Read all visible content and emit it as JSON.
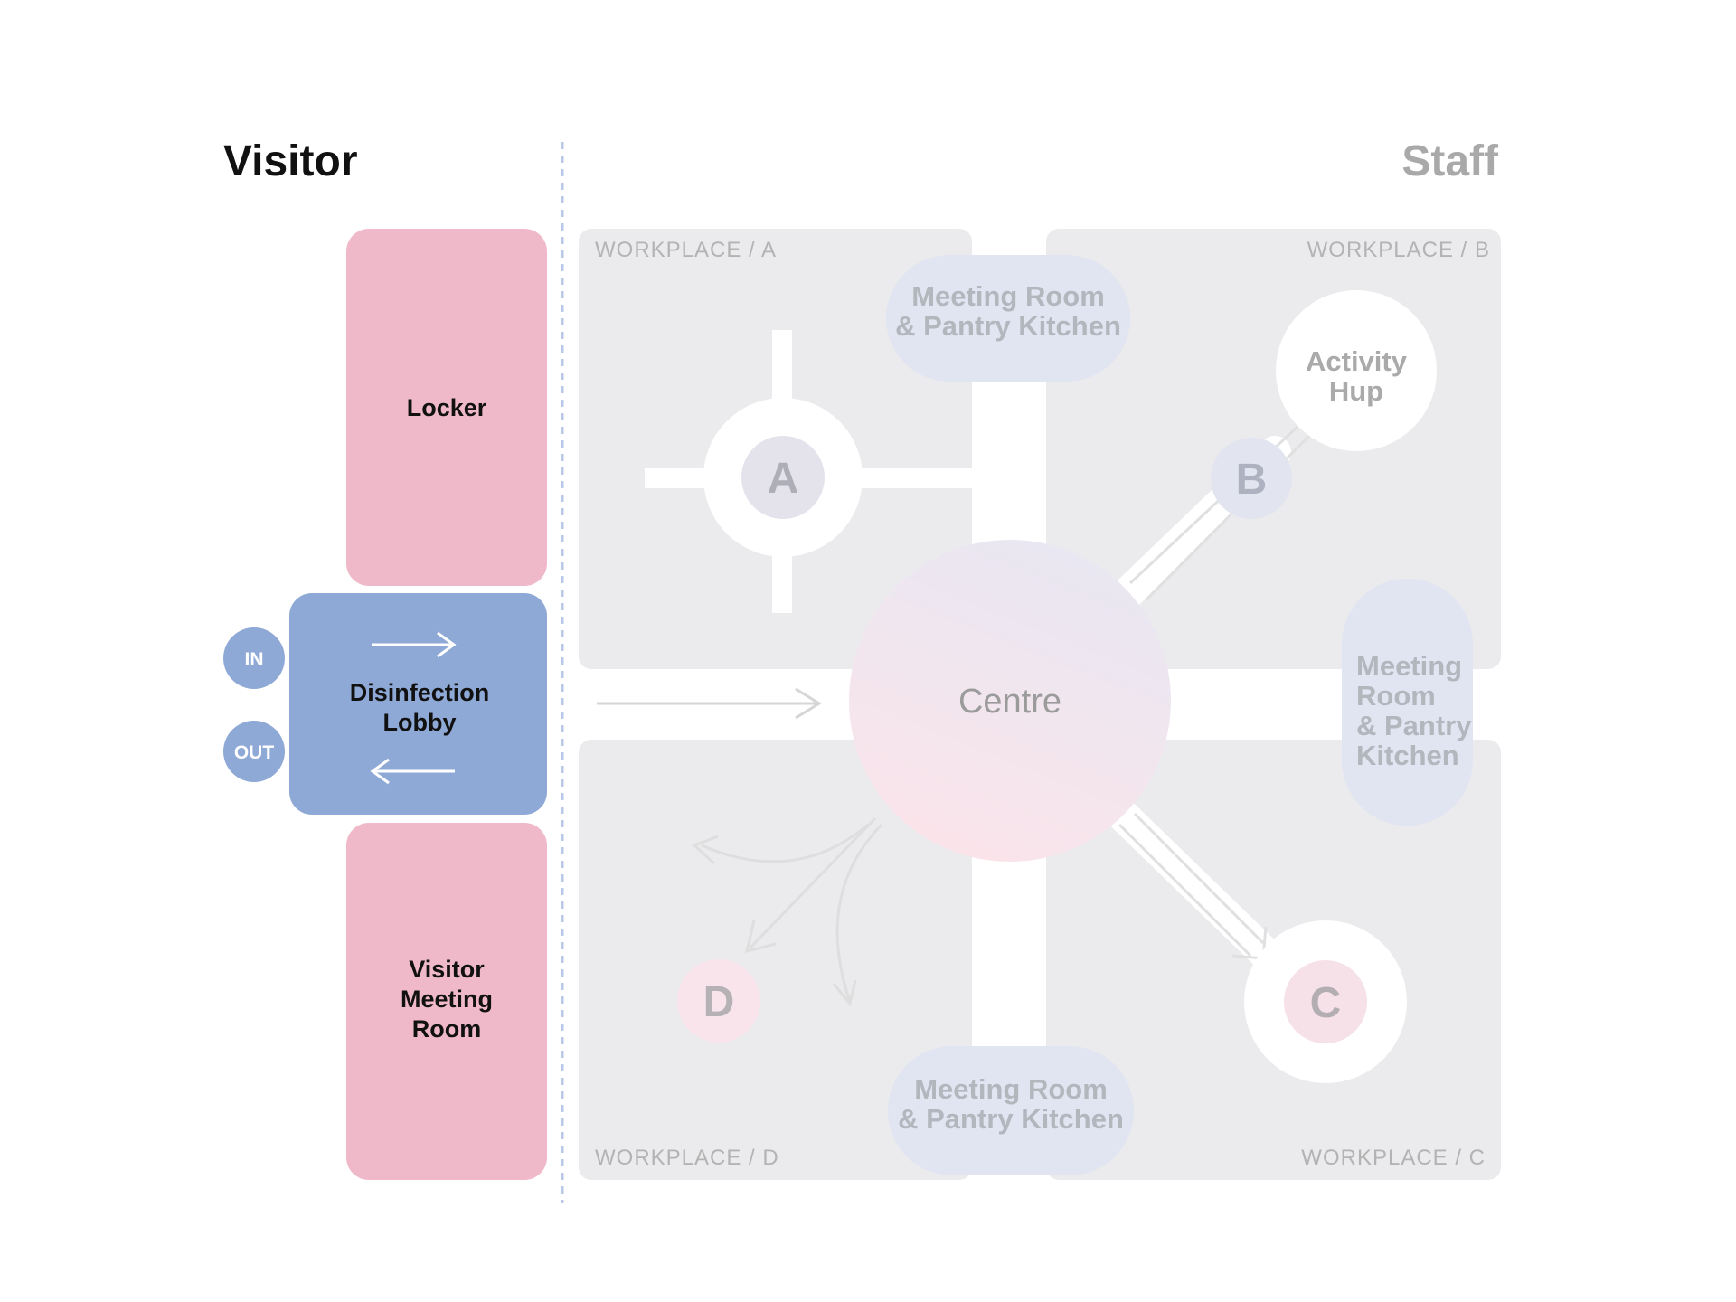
{
  "headers": {
    "visitor": "Visitor",
    "staff": "Staff"
  },
  "visitor_side": {
    "locker": "Locker",
    "disinfection_lobby": [
      "Disinfection",
      "Lobby"
    ],
    "in_badge": "IN",
    "out_badge": "OUT",
    "visitor_meeting_room": [
      "Visitor",
      "Meeting",
      "Room"
    ]
  },
  "staff_side": {
    "workplaces": {
      "a": "WORKPLACE / A",
      "b": "WORKPLACE / B",
      "c": "WORKPLACE / C",
      "d": "WORKPLACE / D"
    },
    "meeting_room_top": [
      "Meeting Room",
      "& Pantry Kitchen"
    ],
    "meeting_room_right": [
      "Meeting",
      "Room",
      "& Pantry",
      "Kitchen"
    ],
    "meeting_room_bottom": [
      "Meeting Room",
      "& Pantry Kitchen"
    ],
    "activity_hub": [
      "Activity",
      "Hup"
    ],
    "centre": "Centre",
    "zones": {
      "a": "A",
      "b": "B",
      "c": "C",
      "d": "D"
    }
  },
  "colors": {
    "visitor_pink": "#efb9c9",
    "lobby_blue": "#8fa9d6",
    "workplace_grey": "#ebebed",
    "meeting_blue": "#e0e5f1",
    "divider": "#b8c8e8",
    "zone_a": "#e4e3ec",
    "zone_b": "#e2e5f0",
    "zone_c": "#f7e1e8",
    "zone_d": "#f8e4ea"
  }
}
